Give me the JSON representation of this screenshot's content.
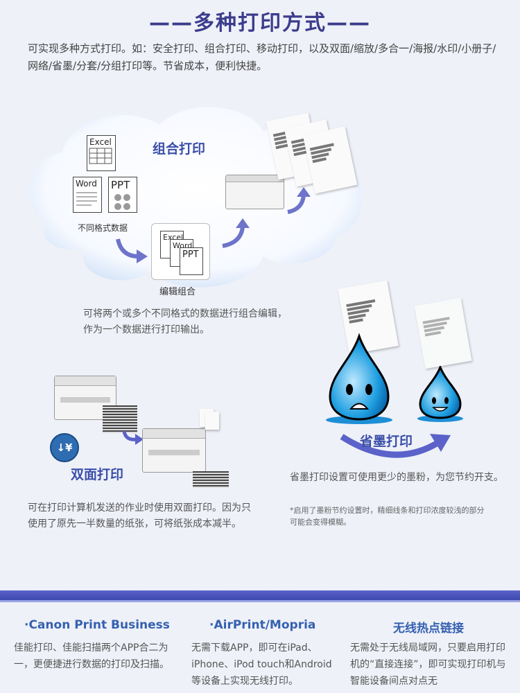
{
  "header": {
    "title": "——多种打印方式——",
    "intro": "可实现多种方式打印。如：安全打印、组合打印、移动打印，以及双面/缩放/多合一/海报/水印/小册子/网络/省墨/分套/分组打印等。节省成本，便利快捷。"
  },
  "combo": {
    "heading": "组合打印",
    "doc_excel": "Excel",
    "doc_word": "Word",
    "doc_ppt": "PPT",
    "formats_label": "不同格式数据",
    "edit_label": "编辑组合",
    "edit_excel": "Excel",
    "edit_word": "Word",
    "edit_ppt": "PPT",
    "desc": "可将两个或多个不同格式的数据进行组合编辑，作为一个数据进行打印输出。"
  },
  "toner": {
    "heading": "省墨打印",
    "desc": "省墨打印设置可使用更少的墨粉，为您节约开支。",
    "note": "*启用了墨粉节约设置时，精细线条和打印浓度较浅的部分可能会变得模糊。"
  },
  "duplex": {
    "heading": "双面打印",
    "badge": "↓¥",
    "desc": "可在打印计算机发送的作业时使用双面打印。因为只使用了原先一半数量的纸张，可将纸张成本减半。"
  },
  "features": [
    {
      "heading": "·Canon Print Business",
      "text": "佳能打印、佳能扫描两个APP合二为一，更便捷进行数据的打印及扫描。"
    },
    {
      "heading": "·AirPrint/Mopria",
      "text": "无需下载APP，即可在iPad、iPhone、iPod touch和Android等设备上实现无线打印。"
    },
    {
      "heading": "无线热点链接",
      "text": "无需处于无线局域网，只要启用打印机的“直接连接”，即可实现打印机与智能设备间点对点无"
    }
  ],
  "colors": {
    "title": "#3c3c8c",
    "accent_blue": "#3a4ea8",
    "drop_blue": "#1e9ee0",
    "divider": "#4a55bd"
  }
}
